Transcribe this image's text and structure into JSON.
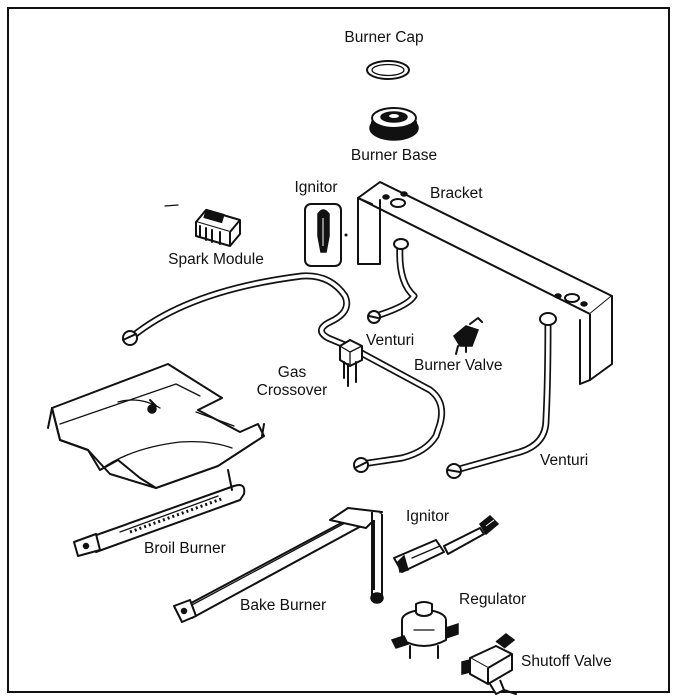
{
  "labels": {
    "burner_cap": "Burner Cap",
    "burner_base": "Burner Base",
    "ignitor_top": "Ignitor",
    "bracket": "Bracket",
    "spark_module": "Spark Module",
    "venturi_left": "Venturi",
    "burner_valve": "Burner Valve",
    "gas_crossover_1": "Gas",
    "gas_crossover_2": "Crossover",
    "venturi_right": "Venturi",
    "ignitor_bottom": "Ignitor",
    "broil_burner": "Broil Burner",
    "bake_burner": "Bake Burner",
    "regulator": "Regulator",
    "shutoff_valve": "Shutoff Valve"
  },
  "colors": {
    "line": "#111111",
    "background": "#ffffff"
  }
}
